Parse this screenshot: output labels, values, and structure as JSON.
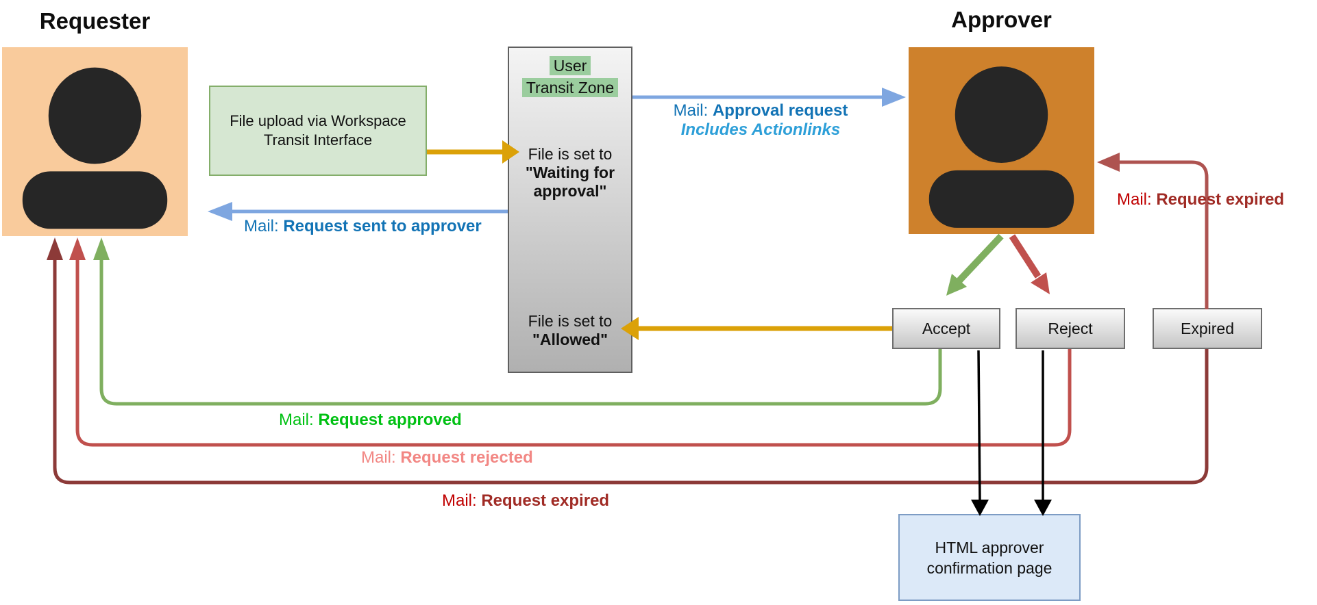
{
  "actors": {
    "requester": {
      "title": "Requester"
    },
    "approver": {
      "title": "Approver"
    }
  },
  "nodes": {
    "upload_box": {
      "text": "File upload via Workspace Transit Interface"
    },
    "transit_zone": {
      "title_lines": [
        "User",
        "Transit Zone"
      ],
      "waiting_prefix": "File is set to",
      "waiting_state": "\"Waiting for approval\"",
      "allowed_prefix": "File is set to",
      "allowed_state": "\"Allowed\""
    },
    "confirmation_page": {
      "text": "HTML approver confirmation page"
    }
  },
  "actions": [
    {
      "label": "Accept"
    },
    {
      "label": "Reject"
    },
    {
      "label": "Expired"
    }
  ],
  "mails": {
    "approval_request": {
      "prefix": "Mail:",
      "subject": "Approval request",
      "note": "Includes Actionlinks"
    },
    "request_sent": {
      "prefix": "Mail:",
      "subject": "Request sent to approver"
    },
    "request_approved": {
      "prefix": "Mail:",
      "subject": "Request approved"
    },
    "request_rejected": {
      "prefix": "Mail:",
      "subject": "Request rejected"
    },
    "request_expired_to_requester": {
      "prefix": "Mail:",
      "subject": "Request expired"
    },
    "request_expired_to_approver": {
      "prefix": "Mail:",
      "subject": "Request expired"
    }
  },
  "colors": {
    "line_blue": "#7EA6E0",
    "label_blue": "#1273B5",
    "label_blue_light": "#2D9FD8",
    "line_gold": "#DBA108",
    "line_green": "#7FAF5F",
    "label_green": "#00C113",
    "line_red": "#C0504D",
    "label_salmon": "#F28784",
    "line_maroon": "#8C3A38",
    "line_brick": "#AE5350",
    "label_red_prefix": "#C00000",
    "label_red_bold": "#A02B25",
    "requester_fill": "#F9CB9C",
    "approver_fill": "#CE812C",
    "person_fill": "#262626",
    "upload_fill": "#D6E7D2",
    "upload_stroke": "#84AE6A",
    "highlight_green": "#9BCD9E",
    "transit_top": "#F4F4F4",
    "transit_bottom": "#B0B0B0",
    "transit_stroke": "#5F5F5F",
    "button_top": "#FAFAFA",
    "button_bottom": "#C6C6C6",
    "button_stroke": "#6E6E6E",
    "confirm_fill": "#DCE9F8",
    "confirm_stroke": "#7D9CC4",
    "arrow_black": "#000000"
  }
}
